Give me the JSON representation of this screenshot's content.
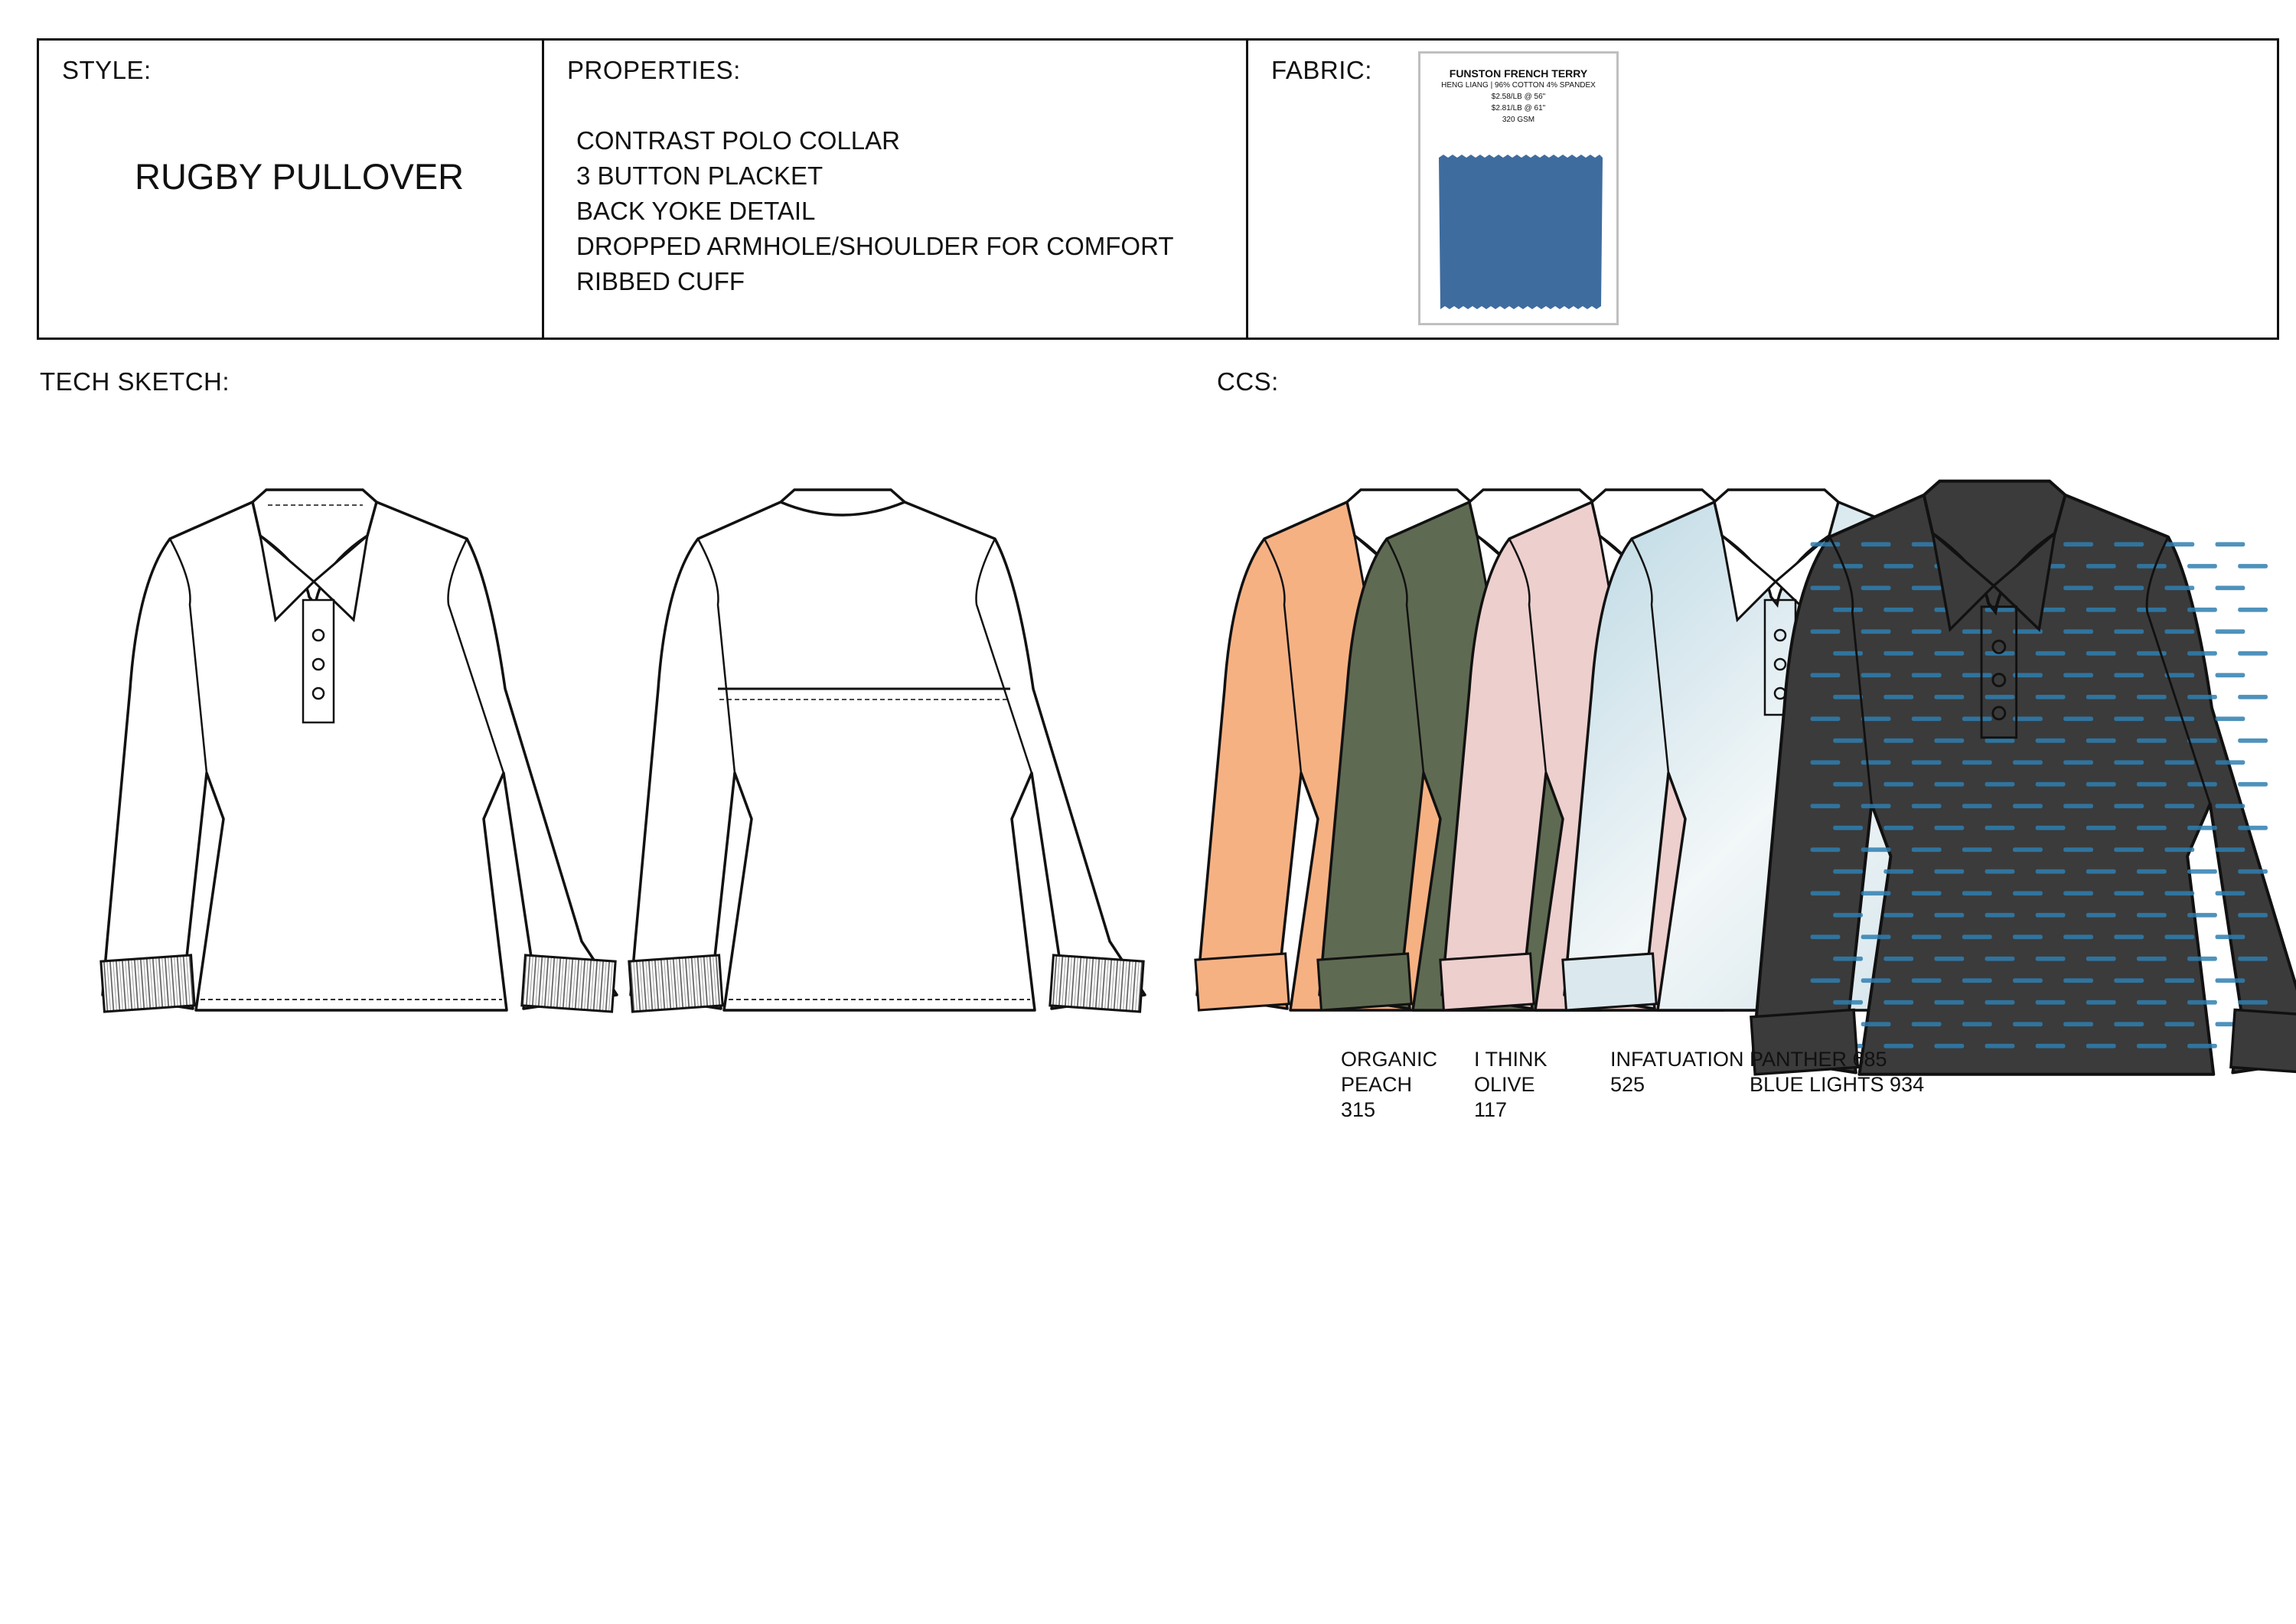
{
  "header": {
    "style_label": "STYLE:",
    "style_name": "RUGBY PULLOVER",
    "properties_label": "PROPERTIES:",
    "properties": [
      "CONTRAST POLO COLLAR",
      "3 BUTTON PLACKET",
      "BACK YOKE DETAIL",
      "DROPPED ARMHOLE/SHOULDER FOR COMFORT",
      "RIBBED CUFF"
    ],
    "fabric_label": "FABRIC:",
    "fabric_card": {
      "title": "FUNSTON FRENCH TERRY",
      "line1": "HENG LIANG | 96% COTTON 4% SPANDEX",
      "line2": "$2.58/LB @ 56\"",
      "line3": "$2.81/LB @ 61\"",
      "line4": "320 GSM",
      "swatch_color": "#3f6c9e"
    }
  },
  "tech_sketch_label": "TECH SKETCH:",
  "ccs_label": "CCS:",
  "colorways": [
    {
      "line1": "ORGANIC",
      "line2": "PEACH",
      "line3": "315",
      "color": "#f6b183"
    },
    {
      "line1": "I THINK",
      "line2": "OLIVE",
      "line3": "117",
      "color": "#5f6a52"
    },
    {
      "line1": "INFATUATION",
      "line2": "525",
      "line3": "",
      "color": "#edcfcd"
    },
    {
      "line1": "PANTHER 685",
      "line2": "BLUE LIGHTS 934",
      "line3": "",
      "color": "#dbe9ee"
    },
    {
      "color": "#3b3b3b",
      "accent": "#2f7fb0"
    }
  ]
}
